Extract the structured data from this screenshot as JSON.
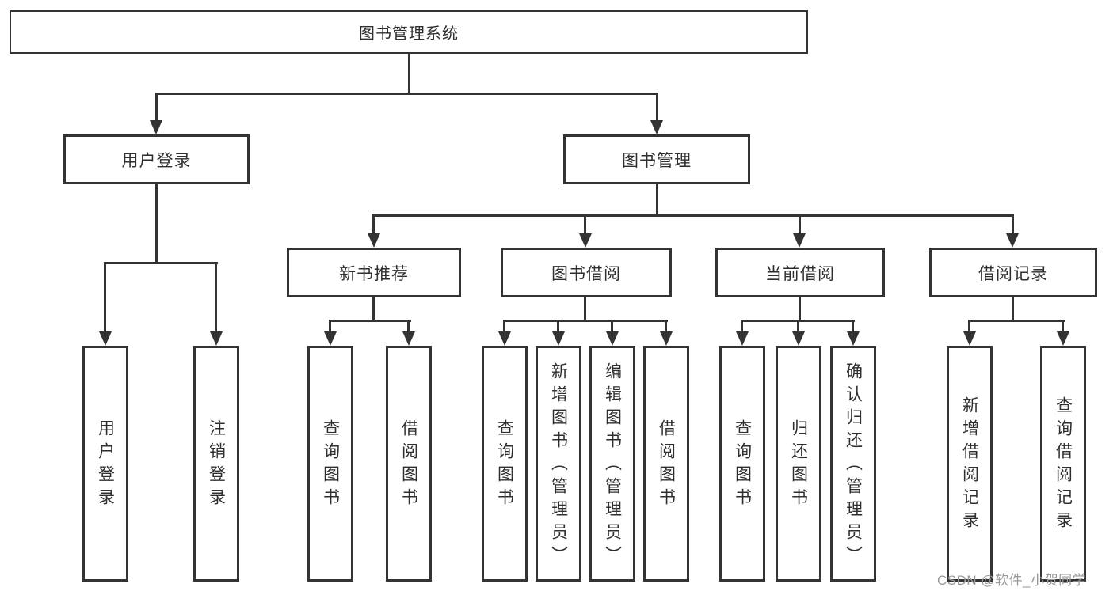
{
  "diagram": {
    "title": "图书管理系统",
    "level2": [
      {
        "label": "用户登录"
      },
      {
        "label": "图书管理"
      }
    ],
    "level3": [
      {
        "label": "新书推荐"
      },
      {
        "label": "图书借阅"
      },
      {
        "label": "当前借阅"
      },
      {
        "label": "借阅记录"
      }
    ],
    "leaves": {
      "login": [
        "用户登录",
        "注销登录"
      ],
      "recommend": [
        "查询图书",
        "借阅图书"
      ],
      "borrow": [
        "查询图书",
        "新增图书（管理员）",
        "编辑图书（管理员）",
        "借阅图书"
      ],
      "current": [
        "查询图书",
        "归还图书",
        "确认归还（管理员）"
      ],
      "records": [
        "新增借阅记录",
        "查询借阅记录"
      ]
    }
  },
  "watermark": "CSDN @软件_小贺同学",
  "colors": {
    "line": "#333333",
    "text": "#2f2f2f",
    "background": "#ffffff",
    "watermark": "#9a9a9a"
  }
}
